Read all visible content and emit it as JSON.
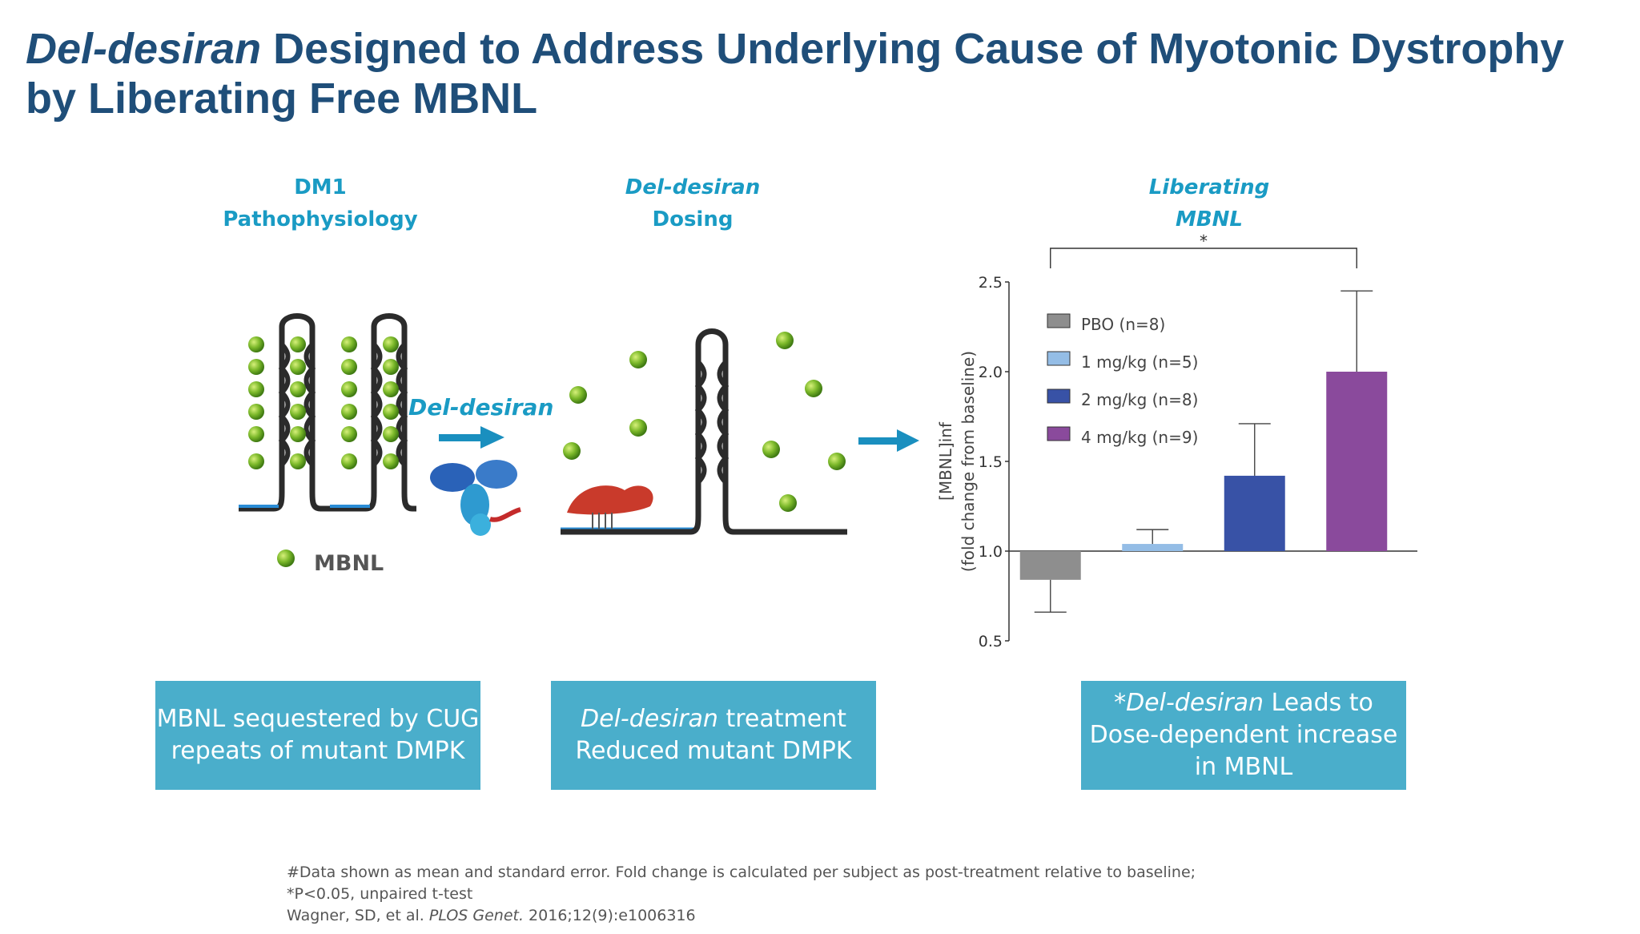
{
  "title": {
    "italic": "Del-desiran",
    "rest": " Designed to Address Underlying Cause of Myotonic Dystrophy by Liberating Free MBNL"
  },
  "columns": [
    {
      "line1": "DM1",
      "line2": "Pathophysiology"
    },
    {
      "line1": "Del-desiran",
      "line2": "Dosing"
    },
    {
      "line1": "Liberating",
      "line2": "MBNL"
    }
  ],
  "diagram": {
    "drug_label": "Del-desiran",
    "legend_label": "MBNL"
  },
  "boxes": [
    {
      "line1": "MBNL sequestered by CUG",
      "line2": "repeats of mutant DMPK"
    },
    {
      "line1_italic": "Del-desiran",
      "line1_rest": " treatment",
      "line2": "Reduced mutant DMPK"
    },
    {
      "line1_star": "*",
      "line1_italic": "Del-desiran",
      "line1_rest": " Leads to",
      "line2": "Dose-dependent increase",
      "line3": "in MBNL"
    }
  ],
  "chart_data": {
    "type": "bar",
    "categories": [
      "PBO (n=8)",
      "1 mg/kg (n=5)",
      "2 mg/kg (n=8)",
      "4 mg/kg (n=9)"
    ],
    "series": [
      {
        "values": [
          0.84,
          1.04,
          1.42,
          2.0
        ],
        "error_upper": [
          null,
          1.12,
          1.71,
          2.45
        ],
        "error_lower": [
          0.66,
          null,
          null,
          null
        ]
      }
    ],
    "baseline": 1.0,
    "colors": [
      "#8e8e8e",
      "#94bde6",
      "#3852a6",
      "#8a4a9c"
    ],
    "ylabel_line1": "[MBNL]inf",
    "ylabel_line2": "(fold change from baseline)",
    "xlabel": "",
    "ylim": [
      0.5,
      2.5
    ],
    "yticks": [
      0.5,
      1.0,
      1.5,
      2.0,
      2.5
    ],
    "ytick_labels": [
      "0.5",
      "1.0",
      "1.5",
      "2.0",
      "2.5"
    ],
    "legend": [
      "PBO (n=8)",
      "1 mg/kg (n=5)",
      "2 mg/kg (n=8)",
      "4 mg/kg (n=9)"
    ],
    "legend_position": "upper-left",
    "significance": {
      "from": 0,
      "to": 3,
      "label": "*"
    },
    "grid": false
  },
  "footnotes": {
    "line1": "#Data shown as mean and standard error. Fold change is calculated per subject as post-treatment relative to baseline;",
    "line2": "*P<0.05, unpaired t-test",
    "line3_pre": "Wagner, SD, et al. ",
    "line3_italic": "PLOS Genet.",
    "line3_post": " 2016;12(9):e1006316"
  }
}
